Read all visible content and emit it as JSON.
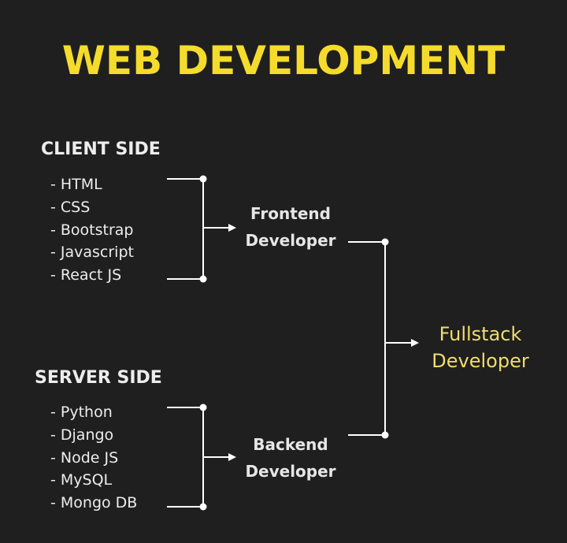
{
  "title": "WEB DEVELOPMENT",
  "client": {
    "heading": "CLIENT SIDE",
    "items": [
      "- HTML",
      "- CSS",
      "- Bootstrap",
      "- Javascript",
      "- React JS"
    ]
  },
  "server": {
    "heading": "SERVER SIDE",
    "items": [
      "- Python",
      "- Django",
      "- Node JS",
      "- MySQL",
      "- Mongo DB"
    ]
  },
  "frontend": {
    "line1": "Frontend",
    "line2": "Developer"
  },
  "backend": {
    "line1": "Backend",
    "line2": "Developer"
  },
  "fullstack": {
    "line1": "Fullstack",
    "line2": "Developer"
  },
  "colors": {
    "background": "#1f1f1f",
    "title": "#f5dc2c",
    "text": "#ededed",
    "fullstack": "#f2dc6e",
    "connector": "#ffffff"
  }
}
